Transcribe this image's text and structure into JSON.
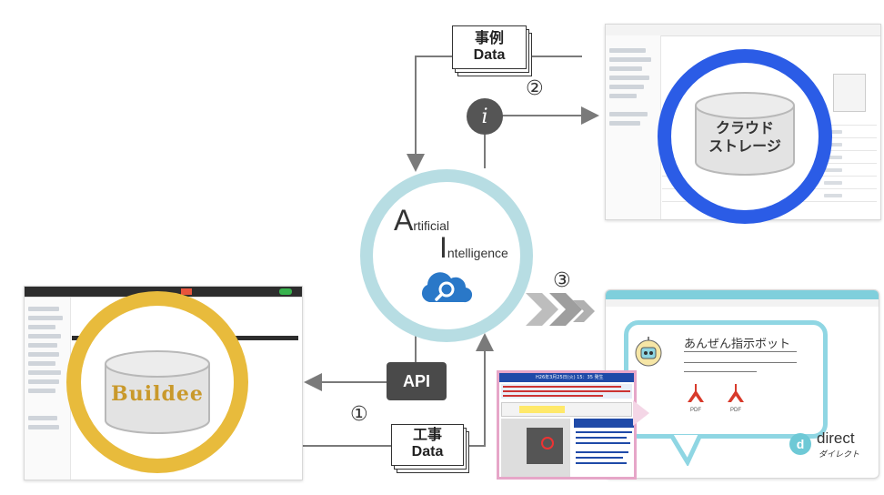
{
  "docs": {
    "case": {
      "line1": "事例",
      "line2": "Data"
    },
    "construction": {
      "line1": "工事",
      "line2": "Data"
    }
  },
  "steps": {
    "one": "①",
    "two": "②",
    "three": "③"
  },
  "api_label": "API",
  "info_icon": "i",
  "ai": {
    "a_big": "A",
    "a_rest": "rtificial",
    "i_big": "I",
    "i_rest": "ntelligence"
  },
  "cloud_storage": {
    "line1": "クラウド",
    "line2": "ストレージ"
  },
  "buildee": {
    "logo": "Buildee"
  },
  "bot": {
    "title": "あんぜん指示ボット",
    "pdf1": "PDF",
    "pdf2": "PDF"
  },
  "direct": {
    "word": "direct",
    "kana": "ダイレクト",
    "badge": "d"
  },
  "poster": {
    "date": "H26年3月25日(火) 15：35 発生"
  },
  "colors": {
    "ai_ring": "#b7dde3",
    "storage_ring": "#2b5ce6",
    "buildee_ring": "#e8bb3c",
    "bubble": "#8fd6e3",
    "dark_box": "#4a4a4a",
    "cloud": "#2a78c8"
  }
}
